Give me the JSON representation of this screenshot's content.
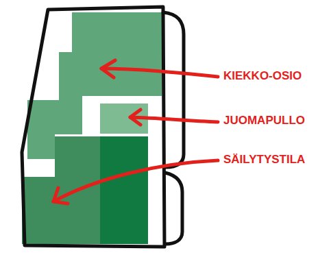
{
  "diagram": {
    "labels": [
      "KIEKKO-OSIO",
      "JUOMAPULLO",
      "SÄILYTYSTILA"
    ]
  }
}
